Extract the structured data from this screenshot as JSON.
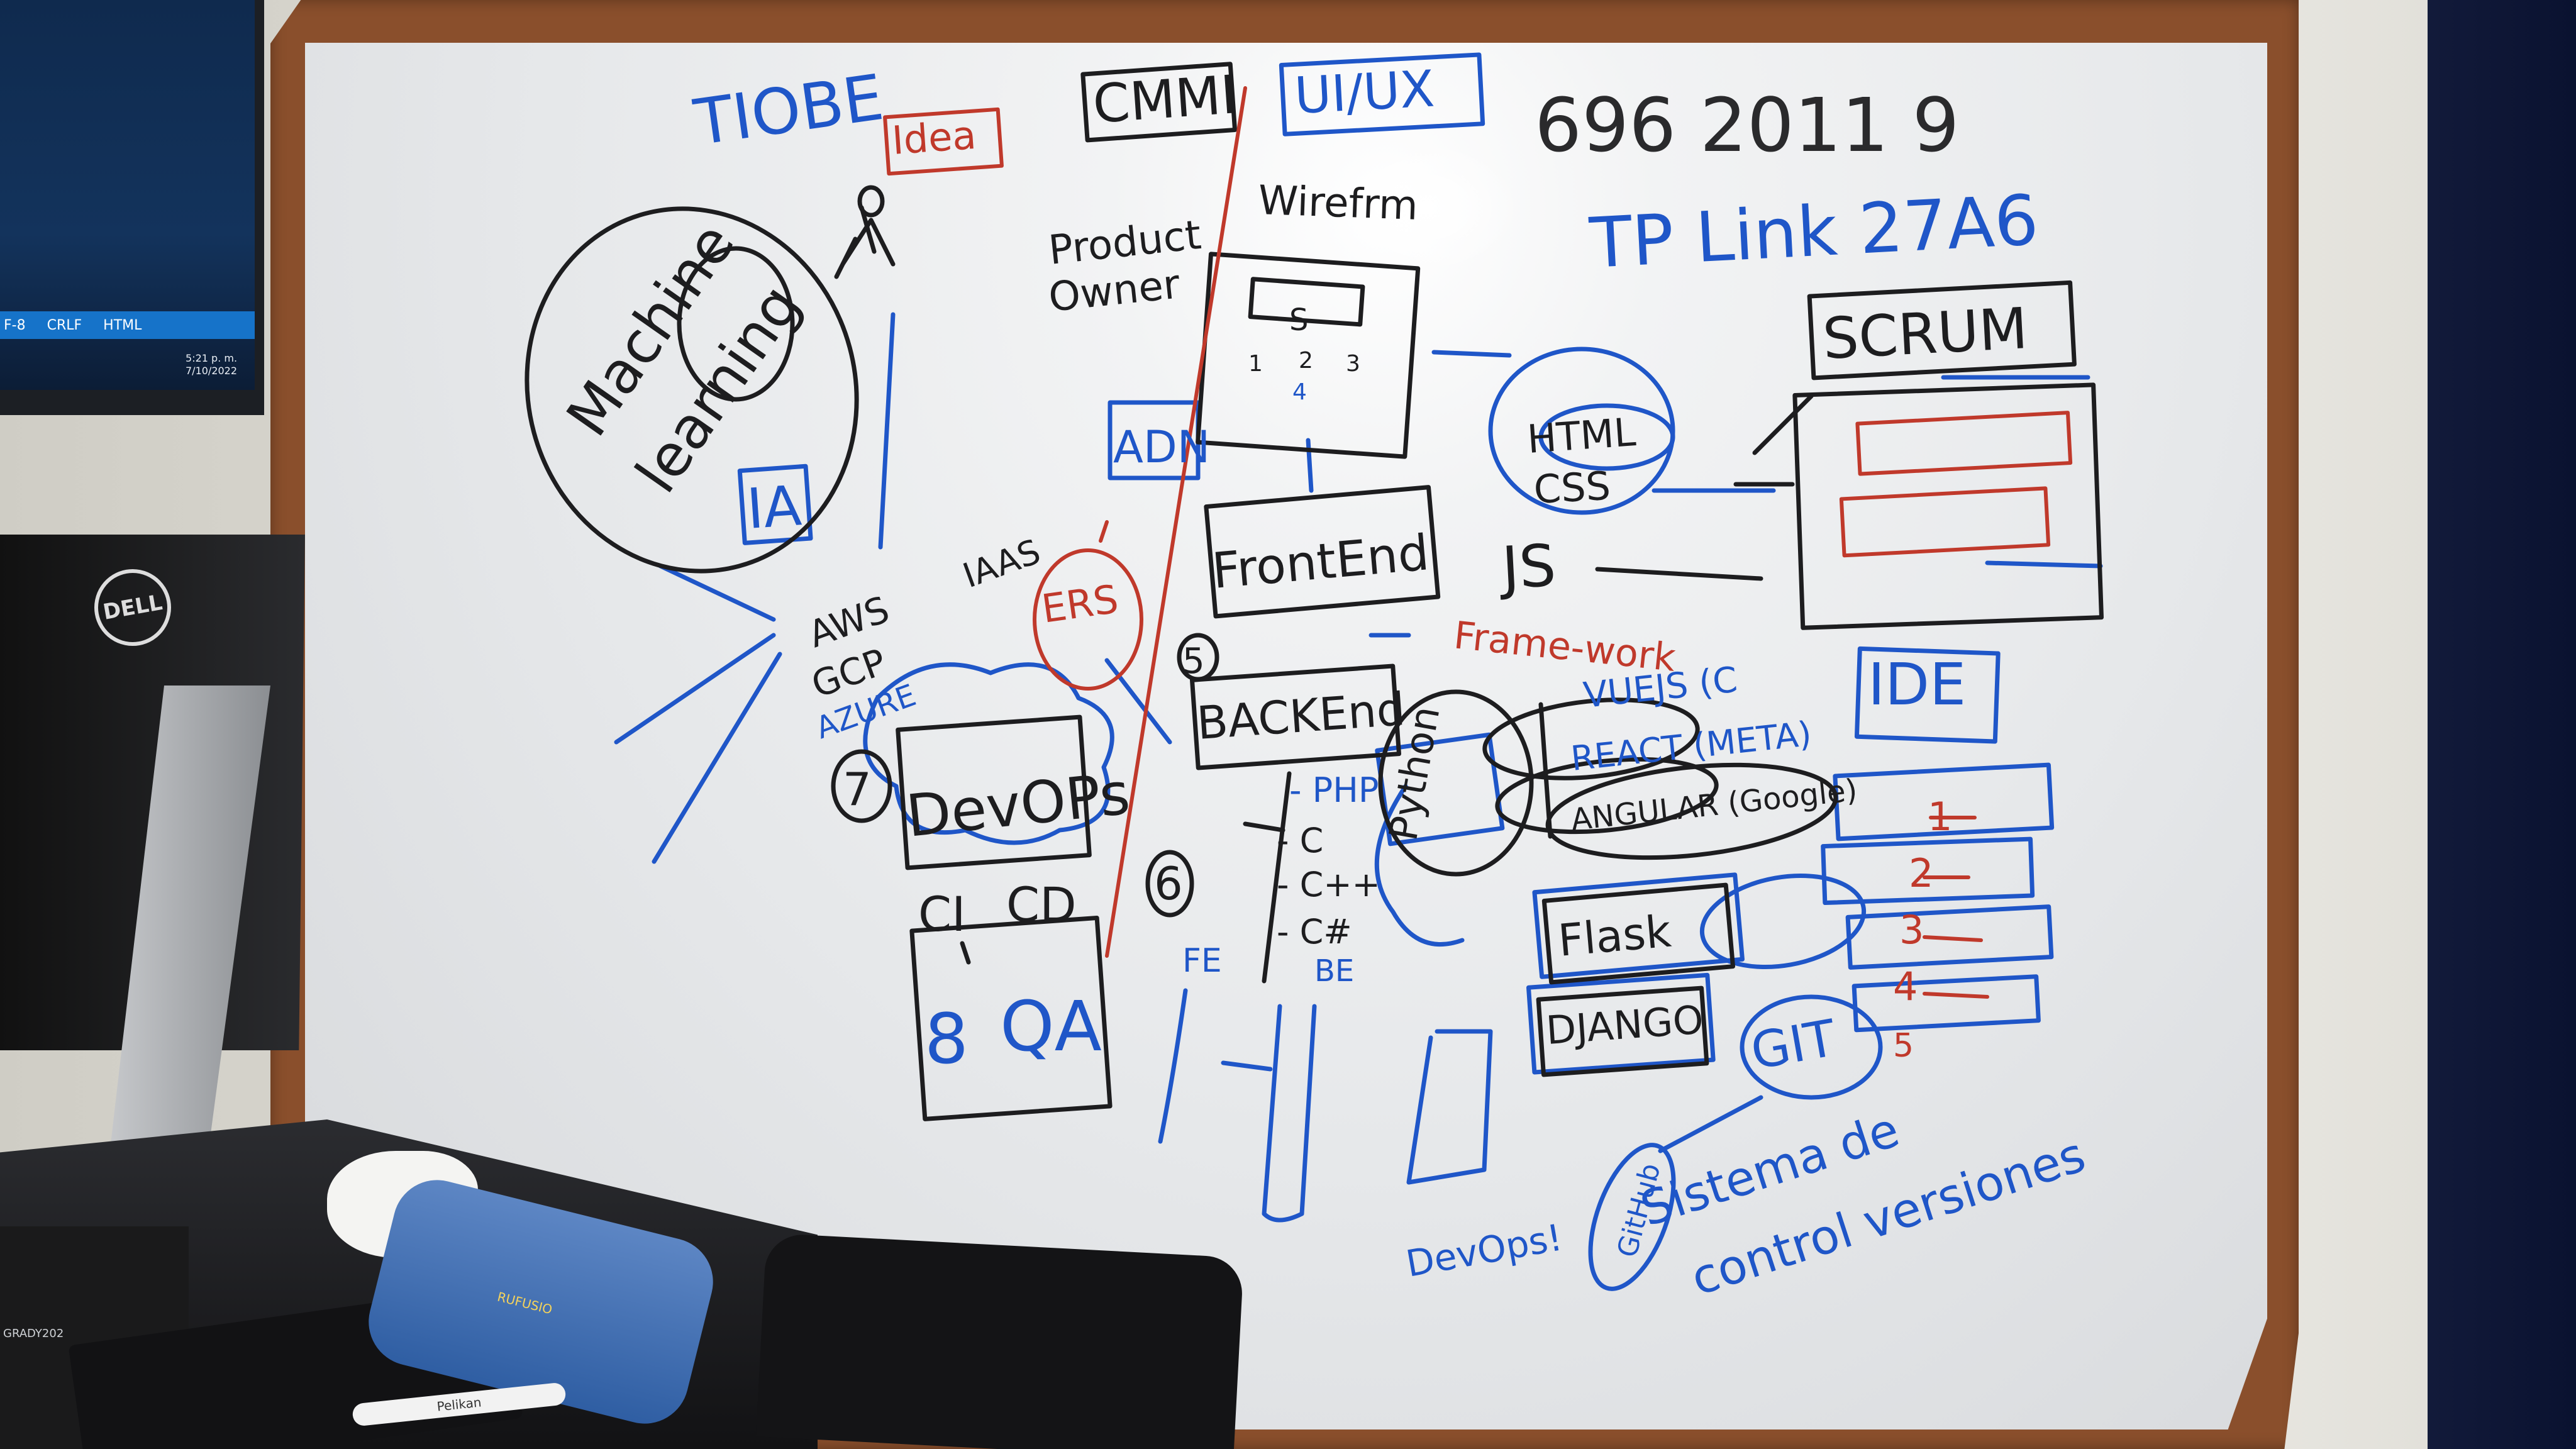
{
  "monitor": {
    "taskbar": [
      "F-8",
      "CRLF",
      "HTML"
    ],
    "time": "5:21 p. m.",
    "date": "7/10/2022"
  },
  "dell_logo": "DELL",
  "pc_label": "GRADY202",
  "pouch_label": "RUFUSIO",
  "marker_label": "Pelikan",
  "board": {
    "tiobe": "TIOBE",
    "idea": "Idea",
    "cmmi": "CMMI",
    "uiux": "UI/UX",
    "phone": "696 2011 9",
    "tplink": "TP Link 27A6",
    "wireframe": "Wirefrm",
    "product_owner": [
      "Product",
      "Owner"
    ],
    "machine_learning": [
      "Machine",
      "learning"
    ],
    "ia": "IA",
    "adn": "ADN",
    "scrum": "SCRUM",
    "html": "HTML",
    "css": "CSS",
    "js": "JS",
    "frontend": "FrontEnd",
    "iaas": "IAAS",
    "ers": "ERS",
    "cloud": [
      "AWS",
      "GCP",
      "AZURE"
    ],
    "framework": "Frame-work",
    "vuejs": "VUEJS (C",
    "react": "REACT (META)",
    "angular": "ANGULAR (Google)",
    "ide": "IDE",
    "backend": "BACKEnd",
    "python": "Python",
    "php": "- PHP",
    "c": "- C",
    "cpp": "- C++",
    "csharp": "- C#",
    "devops_box": "DevOPs",
    "ci": "CI",
    "cd": "CD",
    "qa": "QA",
    "num7": "7",
    "num5": "5",
    "num6": "6",
    "num8": "8",
    "num1": "1",
    "num2": "2",
    "num3": "3",
    "num4": "4",
    "num5b": "5",
    "fe": "FE",
    "be": "BE",
    "flask": "Flask",
    "django": "DJANGO",
    "git": "GIT",
    "github": "GitHub",
    "devops_label": "DevOps!",
    "sistema": [
      "Sistema de",
      "control versiones"
    ],
    "s_box": "S",
    "ui_nums": [
      "1",
      "2",
      "3",
      "4"
    ]
  },
  "colors": {
    "blue_ink": "#1f56c8",
    "black_ink": "#1d1d1f",
    "red_ink": "#c0392b",
    "frame": "#8a4f2c"
  }
}
